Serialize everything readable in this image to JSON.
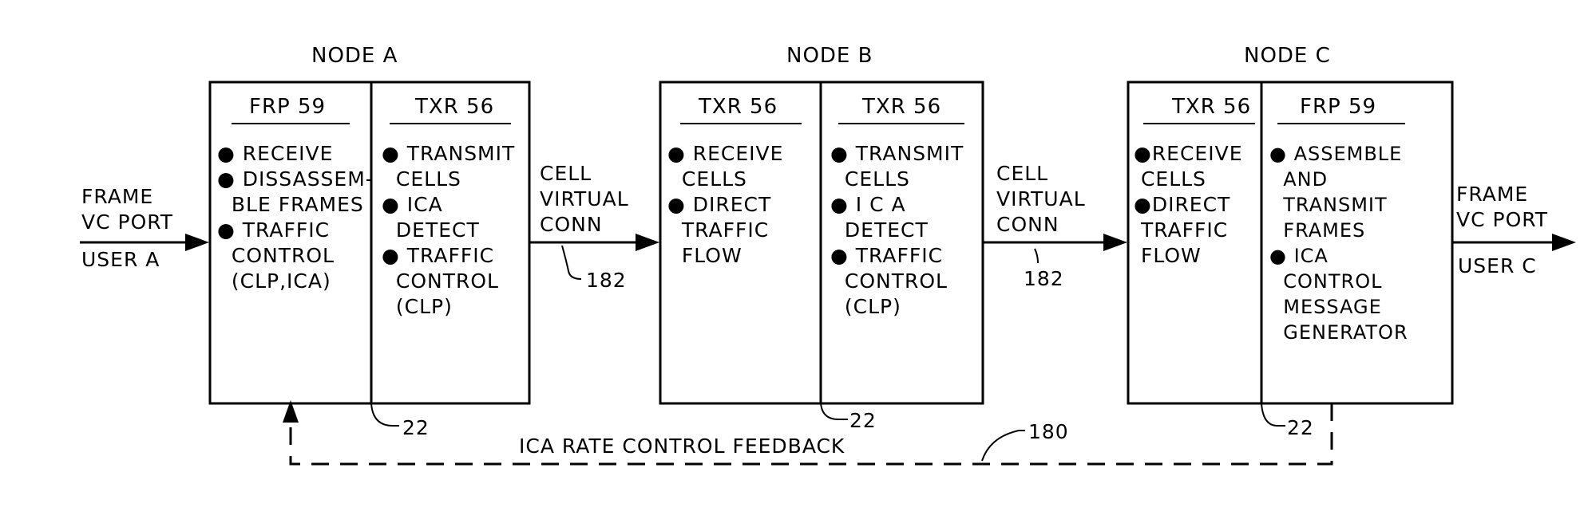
{
  "nodes": {
    "a": {
      "label": "NODE A",
      "left": {
        "header": "FRP 59",
        "lines": [
          "● RECEIVE",
          "● DISSASSEM-",
          "  BLE FRAMES",
          "● TRAFFIC",
          "  CONTROL",
          "  (CLP,ICA)"
        ]
      },
      "right": {
        "header": "TXR 56",
        "lines": [
          "● TRANSMIT",
          "  CELLS",
          "● ICA",
          "  DETECT",
          "● TRAFFIC",
          "  CONTROL",
          "  (CLP)"
        ]
      },
      "ref": "22"
    },
    "b": {
      "label": "NODE B",
      "left": {
        "header": "TXR 56",
        "lines": [
          "● RECEIVE",
          "  CELLS",
          "● DIRECT",
          "  TRAFFIC",
          "  FLOW"
        ]
      },
      "right": {
        "header": "TXR 56",
        "lines": [
          "● TRANSMIT",
          "  CELLS",
          "● I C A",
          "  DETECT",
          "● TRAFFIC",
          "  CONTROL",
          "  (CLP)"
        ]
      },
      "ref": "22"
    },
    "c": {
      "label": "NODE C",
      "left": {
        "header": "TXR 56",
        "lines": [
          "●RECEIVE",
          " CELLS",
          "●DIRECT",
          " TRAFFIC",
          " FLOW"
        ]
      },
      "right": {
        "header": "FRP 59",
        "lines": [
          "● ASSEMBLE",
          "  AND",
          "  TRANSMIT",
          "  FRAMES",
          "● ICA",
          "  CONTROL",
          "  MESSAGE",
          "  GENERATOR"
        ]
      },
      "ref": "22"
    }
  },
  "user_a": {
    "line1": "FRAME",
    "line2": "VC PORT",
    "user": "USER A"
  },
  "user_c": {
    "line1": "FRAME",
    "line2": "VC PORT",
    "user": "USER C"
  },
  "link_ab": {
    "lines": [
      "CELL",
      "VIRTUAL",
      "CONN"
    ],
    "ref": "182"
  },
  "link_bc": {
    "lines": [
      "CELL",
      "VIRTUAL",
      "CONN"
    ],
    "ref": "182"
  },
  "feedback": {
    "label": "ICA RATE CONTROL FEEDBACK",
    "ref": "180"
  }
}
